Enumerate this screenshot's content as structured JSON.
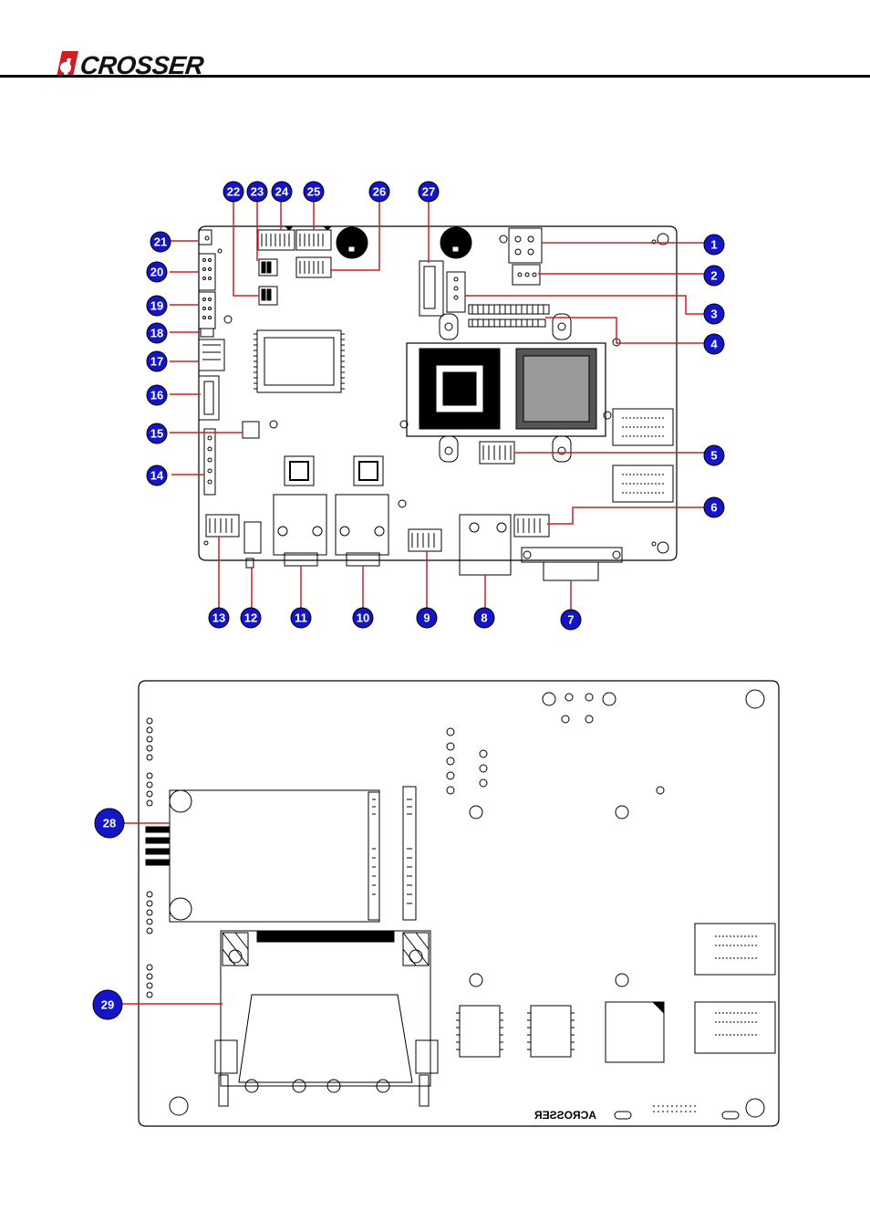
{
  "brand": {
    "logo_text": "CROSSER",
    "logo_mark": "a",
    "accent": "#d01e24"
  },
  "colors": {
    "badge_fill": "#1515c8",
    "leader": "#d01e24",
    "outline": "#000000"
  },
  "top_view_callouts": [
    "1",
    "2",
    "3",
    "4",
    "5",
    "6",
    "7",
    "8",
    "9",
    "10",
    "11",
    "12",
    "13",
    "14",
    "15",
    "16",
    "17",
    "18",
    "19",
    "20",
    "21",
    "22",
    "23",
    "24",
    "25",
    "26",
    "27"
  ],
  "bottom_view_callouts": [
    "28",
    "29"
  ],
  "bottom_silkscreen": "ACROSSER"
}
